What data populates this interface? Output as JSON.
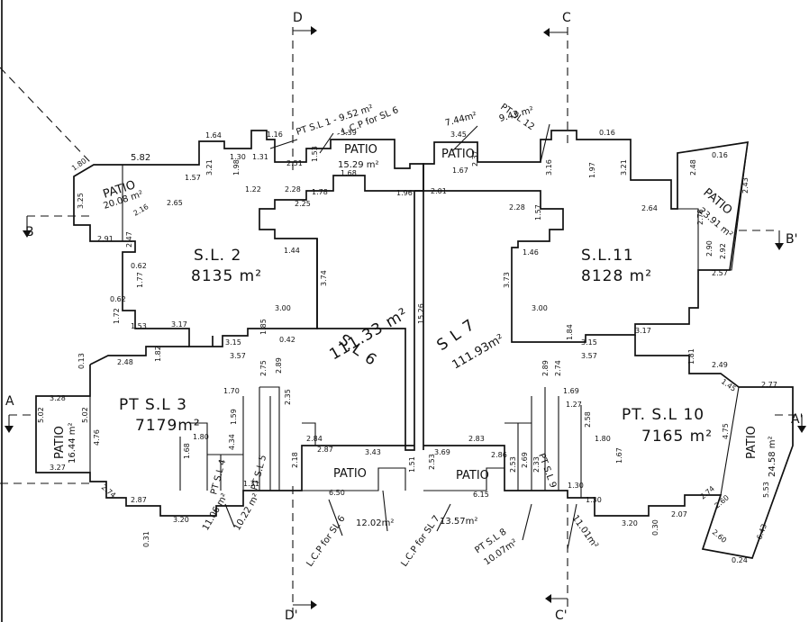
{
  "sections": {
    "a_left": "A",
    "a_right": "A'",
    "b_left": "B",
    "b_right": "B'",
    "c_top": "C",
    "c_bottom": "C'",
    "d_top": "D",
    "d_bottom": "D'"
  },
  "lots": {
    "sl2": {
      "name": "S.L. 2",
      "area": "8135 m²"
    },
    "sl11": {
      "name": "S.L.11",
      "area": "8128 m²"
    },
    "sl6": {
      "name": "S.L 6",
      "area": "111.33 m²"
    },
    "sl7": {
      "name": "S L 7",
      "area": "111.93m²"
    },
    "ptsl3": {
      "name": "PT S.L 3",
      "area": "7179m²"
    },
    "ptsl10": {
      "name": "PT. S.L 10",
      "area": "7165 m²"
    }
  },
  "patios": {
    "p1": {
      "label": "PATIO",
      "area": "20.08 m²"
    },
    "p2": {
      "label": "PATIO",
      "area": "15.29 m²"
    },
    "p3": {
      "label": "PATIO",
      "area": ""
    },
    "p4": {
      "label": "PATIO",
      "area": "23.91 m²"
    },
    "p5": {
      "label": "PATIO",
      "area": "16.44 m²"
    },
    "p6": {
      "label": "PATIO",
      "area": ""
    },
    "p7": {
      "label": "PATIO",
      "area": ""
    },
    "p8": {
      "label": "PATIO",
      "area": "24.58 m²"
    }
  },
  "annotations": {
    "pt_sl1": "PT S.L 1 - 9.52 m²",
    "lcp_sl6_top": "- L.C.P for SL 6",
    "area_744": "7.44m²",
    "pt_sl12": "PT SL 12",
    "pt_sl12_area": "9.43 m²",
    "pt_sl4": "PT S.L 4",
    "pt_sl5": "PT S.L 5",
    "pt_sl4_area": "11.06 m²",
    "pt_sl5_area": "10.22 m²",
    "lcp_sl6_bottom": "L.C.P for SL 6",
    "area_1202": "12.02m²",
    "area_1357": "13.57m²",
    "lcp_sl7": "L.C.P for SL 7",
    "pt_sl8": "PT S.L 8",
    "pt_sl8_area": "10.07m²",
    "pt_sl9": "PT S.L 9",
    "pt_sl9_area": "11.01m²"
  },
  "dimensions": {
    "d582": "5.82",
    "d180": "1.80",
    "d325": "3.25",
    "d265": "2.65",
    "d216": "2.16",
    "d157": "1.57",
    "d321l": "3.21",
    "d164": "1.64",
    "d130": "1.30",
    "d131": "1.31",
    "d116": "1.16",
    "d251": "2.51",
    "d153": "1.53",
    "d539": "5.39",
    "d168": "1.68",
    "d178": "1.78",
    "d196": "1.96",
    "d225": "2.25",
    "d228": "2.28",
    "d122": "1.22",
    "d198": "1.98",
    "d144": "1.44",
    "d374": "3.74",
    "d300": "3.00",
    "d291": "2.91",
    "d247": "2.47",
    "d062a": "0.62",
    "d177": "1.77",
    "d062b": "0.62",
    "d172": "1.72",
    "d153b": "1.53",
    "d317": "3.17",
    "d182": "1.82",
    "d248": "2.48",
    "d315": "3.15",
    "d357": "3.57",
    "d275": "2.75",
    "d289": "2.89",
    "d042": "0.42",
    "d185": "1.85",
    "d1526": "15.26",
    "d201": "2.01",
    "d345": "3.45",
    "d167": "1.67",
    "d237": "2.37",
    "d316": "3.16",
    "d197": "1.97",
    "d321r": "3.21",
    "d264": "2.64",
    "d228r": "2.28",
    "d157r": "1.57",
    "d146": "1.46",
    "d373": "3.73",
    "d300r": "3.00",
    "d184": "1.84",
    "d315r": "3.15",
    "d357r": "3.57",
    "d317r": "3.17",
    "d181": "1.81",
    "d249": "2.49",
    "d145": "1.45",
    "d277": "2.77",
    "d475": "4.75",
    "d290": "2.90",
    "d292": "2.92",
    "d257": "2.57",
    "d243": "2.43",
    "d248r": "2.48",
    "d278": "2.78",
    "d116r": "0.16",
    "d328": "3.28",
    "d502a": "5.02",
    "d502b": "5.02",
    "d476": "4.76",
    "d327": "3.27",
    "d274": "2.74",
    "d287": "2.87",
    "d320": "3.20",
    "d170": "1.70",
    "d159": "1.59",
    "d180b": "1.80",
    "d168b": "1.68",
    "d434": "4.34",
    "d131b": "1.31",
    "d218": "2.18",
    "d235": "2.35",
    "d284": "2.84",
    "d287b": "2.87",
    "d343": "3.43",
    "d650": "6.50",
    "d151": "1.51",
    "d369": "3.69",
    "d253": "2.53",
    "d283": "2.83",
    "d286": "2.86",
    "d615": "6.15",
    "d253b": "2.53",
    "d269": "2.69",
    "d233": "2.33",
    "d289r": "2.89",
    "d274r": "2.74",
    "d169": "1.69",
    "d127": "1.27",
    "d258": "2.58",
    "d180r": "1.80",
    "d167r": "1.67",
    "d130r": "1.30",
    "d130b": "1.30",
    "d207r": "2.07",
    "d320r": "3.20",
    "d274b": "2.74",
    "d260": "2.60",
    "d553": "5.53",
    "d643": "6.43",
    "d260b": "2.60",
    "d113": "0.13",
    "d031": "0.31",
    "d030": "0.30",
    "d024": "0.24",
    "d016": "0.16"
  }
}
